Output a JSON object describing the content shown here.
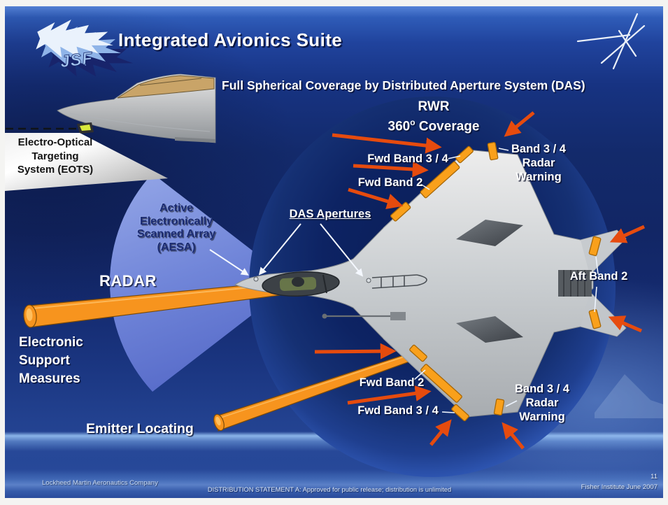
{
  "slide": {
    "title": "Integrated Avionics Suite",
    "subtitle": "Full Spherical Coverage by Distributed Aperture System (DAS)",
    "jsf_logo_text": "JSF",
    "rwr_title": "RWR",
    "rwr_coverage_value": "360",
    "rwr_coverage_sup": "o",
    "rwr_coverage_label": " Coverage"
  },
  "callouts": {
    "eots_line1": "Electro-Optical",
    "eots_line2": "Targeting",
    "eots_line3": "System (EOTS)",
    "aesa_line1": "Active",
    "aesa_line2": "Electronically",
    "aesa_line3": "Scanned Array",
    "aesa_line4": "(AESA)",
    "radar": "RADAR",
    "esm_line1": "Electronic",
    "esm_line2": "Support",
    "esm_line3": "Measures",
    "emitter_locating": "Emitter Locating",
    "das_apertures": "DAS Apertures",
    "fwd_band34_top": "Fwd Band 3 / 4",
    "fwd_band2_top": "Fwd Band 2",
    "radar_warning_top_line1": "Band 3 / 4",
    "radar_warning_top_line2": "Radar",
    "radar_warning_top_line3": "Warning",
    "aft_band2": "Aft Band 2",
    "fwd_band2_bottom": "Fwd Band 2",
    "fwd_band34_bottom": "Fwd Band 3 / 4",
    "radar_warning_bottom_line1": "Band 3 / 4",
    "radar_warning_bottom_line2": "Radar",
    "radar_warning_bottom_line3": "Warning"
  },
  "footer": {
    "company": "Lockheed Martin Aeronautics Company",
    "distribution": "DISTRIBUTION STATEMENT A: Approved for public release; distribution is unlimited",
    "page_number": "11",
    "credit": "Fisher Institute June 2007"
  },
  "colors": {
    "slide_blue_dark": "#122665",
    "slide_blue_light": "#3a67c4",
    "sphere_navy": "#0B2060",
    "fan_blue": "#8BA0E6",
    "sensor_orange": "#F7941E",
    "arrow_red": "#E8500F",
    "aircraft_gray": "#C6CACD",
    "text_white": "#FFFFFF",
    "aesa_navy": "#1C2C74"
  }
}
